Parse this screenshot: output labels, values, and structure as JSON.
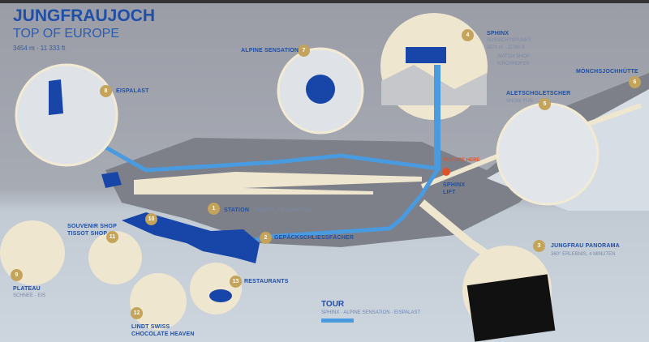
{
  "header": {
    "title": "JUNGFRAUJOCH",
    "subtitle": "TOP OF EUROPE",
    "altitude": "3454 m · 11 333 ft"
  },
  "you_are_here": "YOU ARE HERE",
  "points": [
    {
      "num": "1",
      "name": "STATION",
      "sub": "TICKETS · INFORMATION"
    },
    {
      "num": "2",
      "name": "GEPÄCKSCHLIESSFÄCHER"
    },
    {
      "num": "3",
      "name": "JUNGFRAU PANORAMA",
      "sub": "360° ERLEBNIS, 4 MINUTEN"
    },
    {
      "num": "4",
      "name": "SPHINX",
      "sub": "AUSSICHTSPUNKT",
      "sub2": "3571 m · 11760 ft",
      "sub3": "WATCH SHOP",
      "sub4": "KIRCHHOFER"
    },
    {
      "num": "5",
      "name": "ALETSCHGLETSCHER",
      "sub": "SNOW FUN"
    },
    {
      "num": "6",
      "name": "MÖNCHSJOCHHÜTTE"
    },
    {
      "num": "7",
      "name": "ALPINE SENSATION"
    },
    {
      "num": "8",
      "name": "EISPALAST"
    },
    {
      "num": "9",
      "name": "PLATEAU",
      "sub": "SCHNEE · EIS"
    },
    {
      "num": "10"
    },
    {
      "num": "11",
      "name": "SOUVENIR SHOP",
      "name2": "TISSOT SHOP"
    },
    {
      "num": "12",
      "name": "LINDT SWISS",
      "name2": "CHOCOLATE HEAVEN"
    },
    {
      "num": "13",
      "name": "RESTAURANTS"
    }
  ],
  "sphinx_lift": {
    "line1": "SPHINX",
    "line2": "LIFT"
  },
  "tour": {
    "title": "TOUR",
    "stops": "SPHINX · ALPINE SENSATION · EISPALAST",
    "color": "#4a9ae0"
  },
  "colors": {
    "brand": "#1f4fa6",
    "badge": "#c4a35a",
    "here": "#e0532a"
  }
}
